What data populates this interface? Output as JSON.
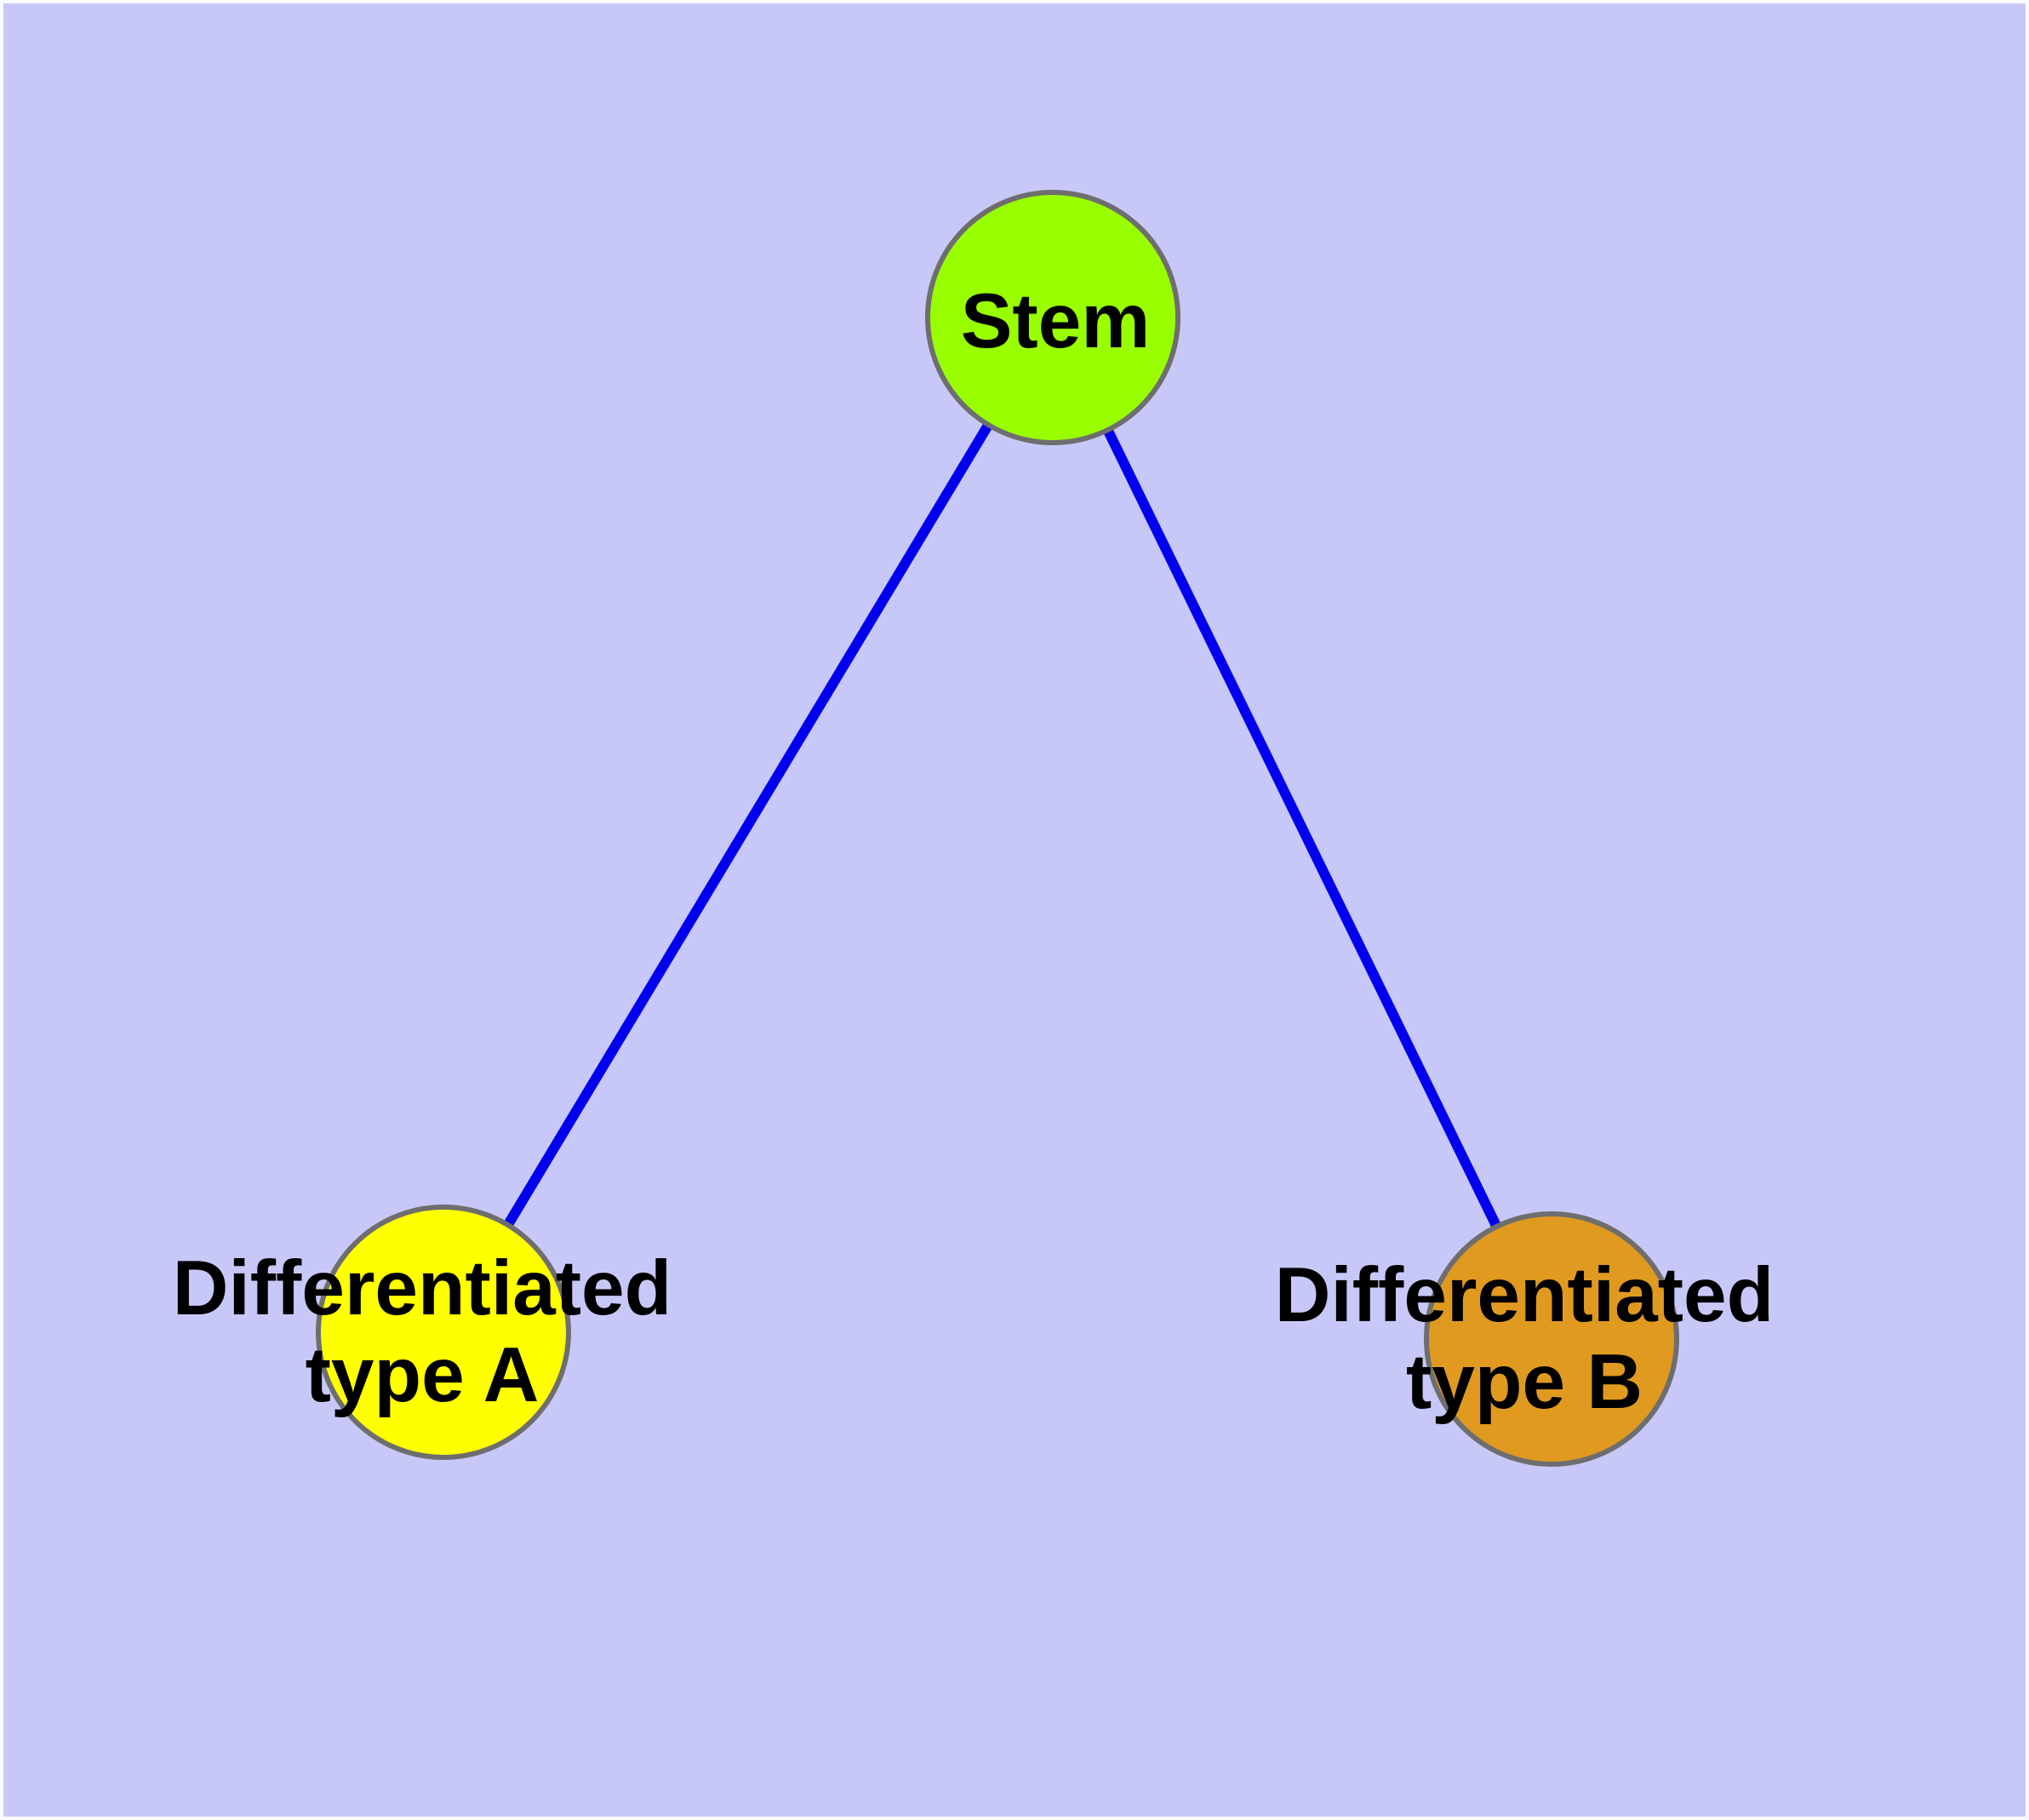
{
  "canvas": {
    "background_color": "#c8c8f8",
    "frame_color": "#fafaff"
  },
  "diagram": {
    "type": "graph",
    "text_color": "#000000",
    "nodes": [
      {
        "id": "stem",
        "label": "Stem",
        "fill": "#99ff00",
        "border": "#6e6e6e"
      },
      {
        "id": "type-a",
        "label": "Differentiated\ntype A",
        "fill": "#ffff00",
        "border": "#6e6e6e"
      },
      {
        "id": "type-b",
        "label": "Differentiated\ntype B",
        "fill": "#e09a20",
        "border": "#6e6e6e"
      }
    ],
    "edges": [
      {
        "from": "stem",
        "to": "type-a",
        "color": "#0000ee"
      },
      {
        "from": "stem",
        "to": "type-b",
        "color": "#0000ee"
      }
    ]
  }
}
